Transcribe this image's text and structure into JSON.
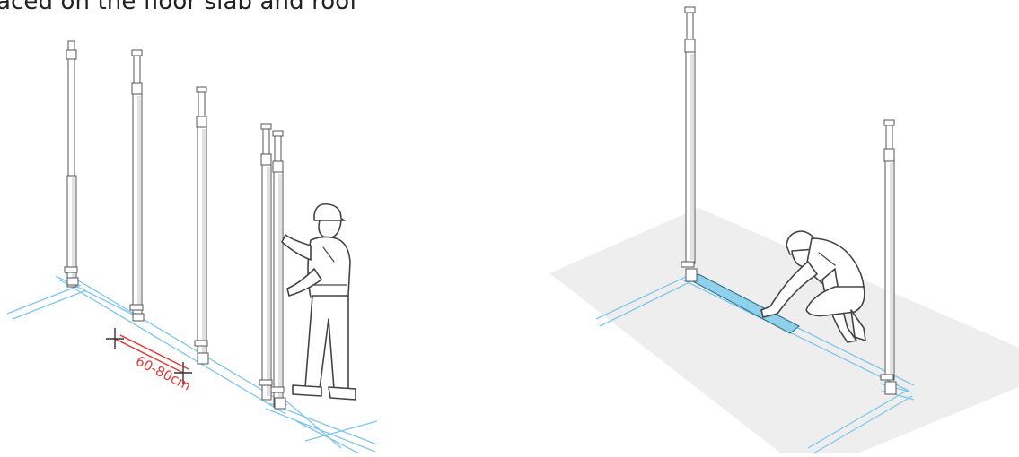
{
  "caption": "aced on the floor slab and roof",
  "dimension_label": "60-80cm",
  "colors": {
    "guide_line": "#7ec6ea",
    "dimension": "#e03a3a",
    "floor_slab": "#eeeeee",
    "plank": "#8fd0ea"
  },
  "icons": [
    "shoring-prop",
    "worker-standing",
    "worker-kneeling",
    "base-plank"
  ]
}
